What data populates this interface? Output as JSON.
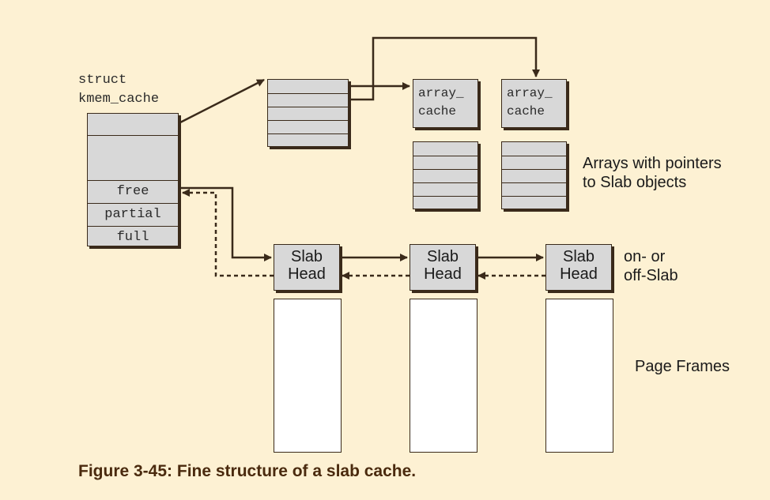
{
  "struct_label": {
    "line1": "struct",
    "line2": "kmem_cache"
  },
  "kmem_cache": {
    "fields": [
      "free",
      "partial",
      "full"
    ]
  },
  "array_cache": {
    "label_line1": "array_",
    "label_line2": "cache"
  },
  "slab_head": {
    "line1": "Slab",
    "line2": "Head"
  },
  "annotations": {
    "arrays_line1": "Arrays with pointers",
    "arrays_line2": "to Slab objects",
    "onoff_line1": "on- or",
    "onoff_line2": "off-Slab",
    "page_frames": "Page Frames"
  },
  "caption": "Figure 3-45: Fine structure of a slab cache.",
  "colors": {
    "background": "#fdf1d3",
    "box_fill": "#d8d8d8",
    "line": "#3a2a1a",
    "caption": "#4a2a0e"
  }
}
